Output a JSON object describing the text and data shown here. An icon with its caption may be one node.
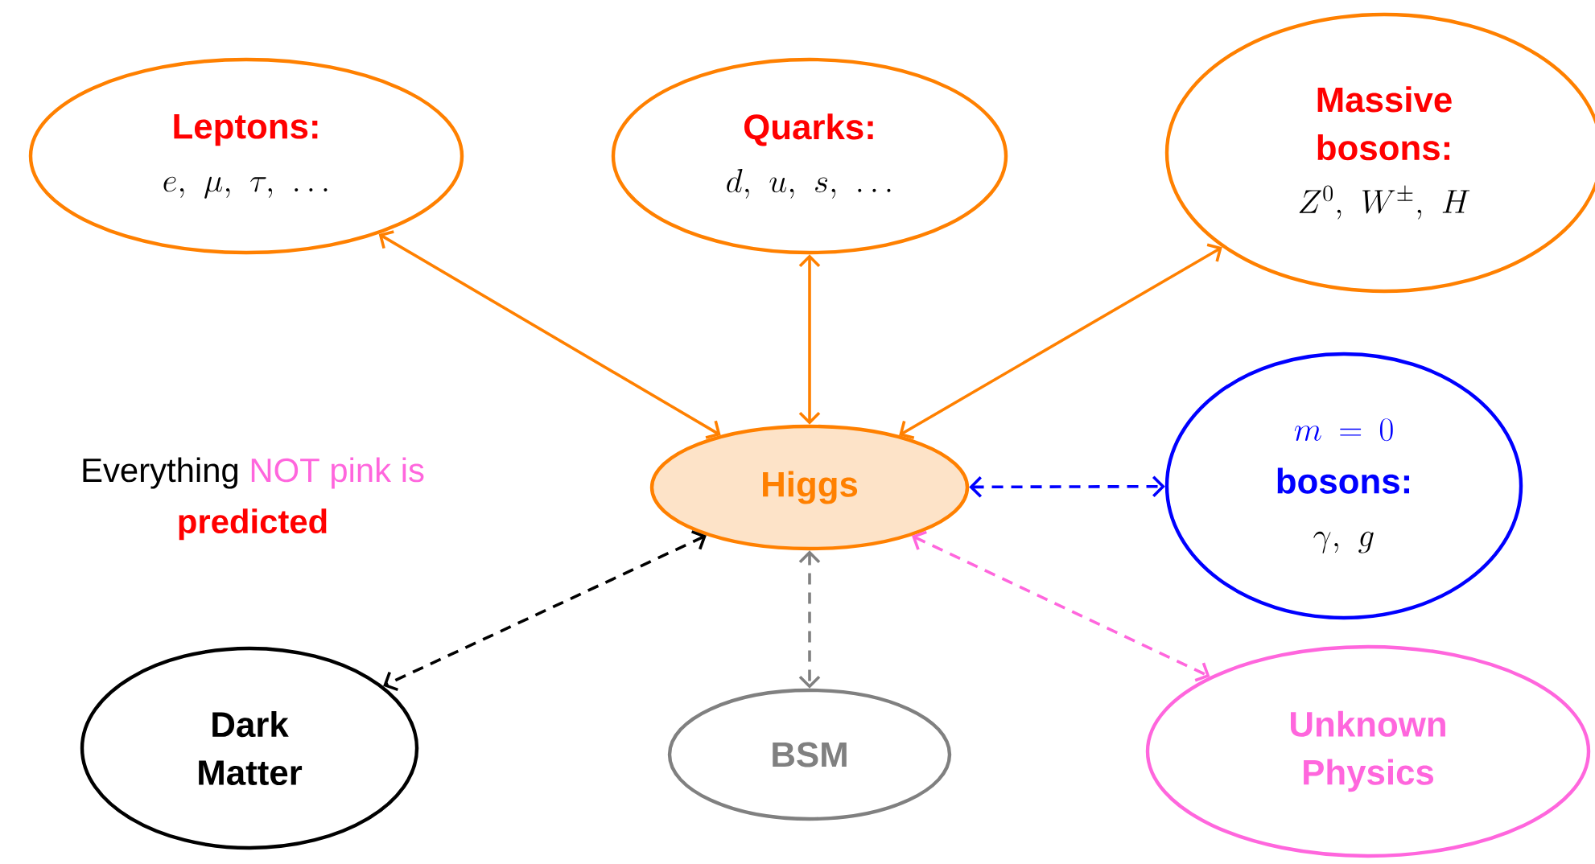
{
  "diagram": {
    "nodes": [
      {
        "text": [
          "Leptons:",
          "e,\\ \\mu,\\ \\tau,\\ \\ldots"
        ]
      },
      {
        "text": [
          "Quarks:",
          "d,\\ u,\\ s,\\ \\ldots"
        ]
      },
      {
        "text": [
          "Massive bosons:",
          "Z^0,\\ W^{\\pm},\\ H"
        ]
      },
      {
        "text": [
          "Higgs"
        ]
      },
      {
        "text": [
          "m = 0",
          "bosons:",
          "\\gamma,\\ g"
        ]
      },
      {
        "text": [
          "Dark Matter"
        ]
      },
      {
        "text": [
          "BSM"
        ]
      },
      {
        "text": [
          "Unknown Physics"
        ]
      }
    ],
    "edges": [
      {
        "from": 3,
        "to": 0,
        "arrow": "both"
      },
      {
        "from": 3,
        "to": 1,
        "arrow": "both"
      },
      {
        "from": 3,
        "to": 2,
        "arrow": "both"
      },
      {
        "from": 3,
        "to": 4,
        "arrow": "both",
        "style": "dashed",
        "color": "#0000ff"
      },
      {
        "from": 3,
        "to": 5,
        "arrow": "both",
        "style": "dashed",
        "color": "#000000"
      },
      {
        "from": 3,
        "to": 6,
        "arrow": "both",
        "style": "dashed",
        "color": "#808080"
      },
      {
        "from": 3,
        "to": 7,
        "arrow": "both",
        "style": "dashed",
        "color": "#ff66dd"
      }
    ],
    "labels": [
      "Everything",
      "NOT pink",
      "is",
      "predicted"
    ]
  }
}
